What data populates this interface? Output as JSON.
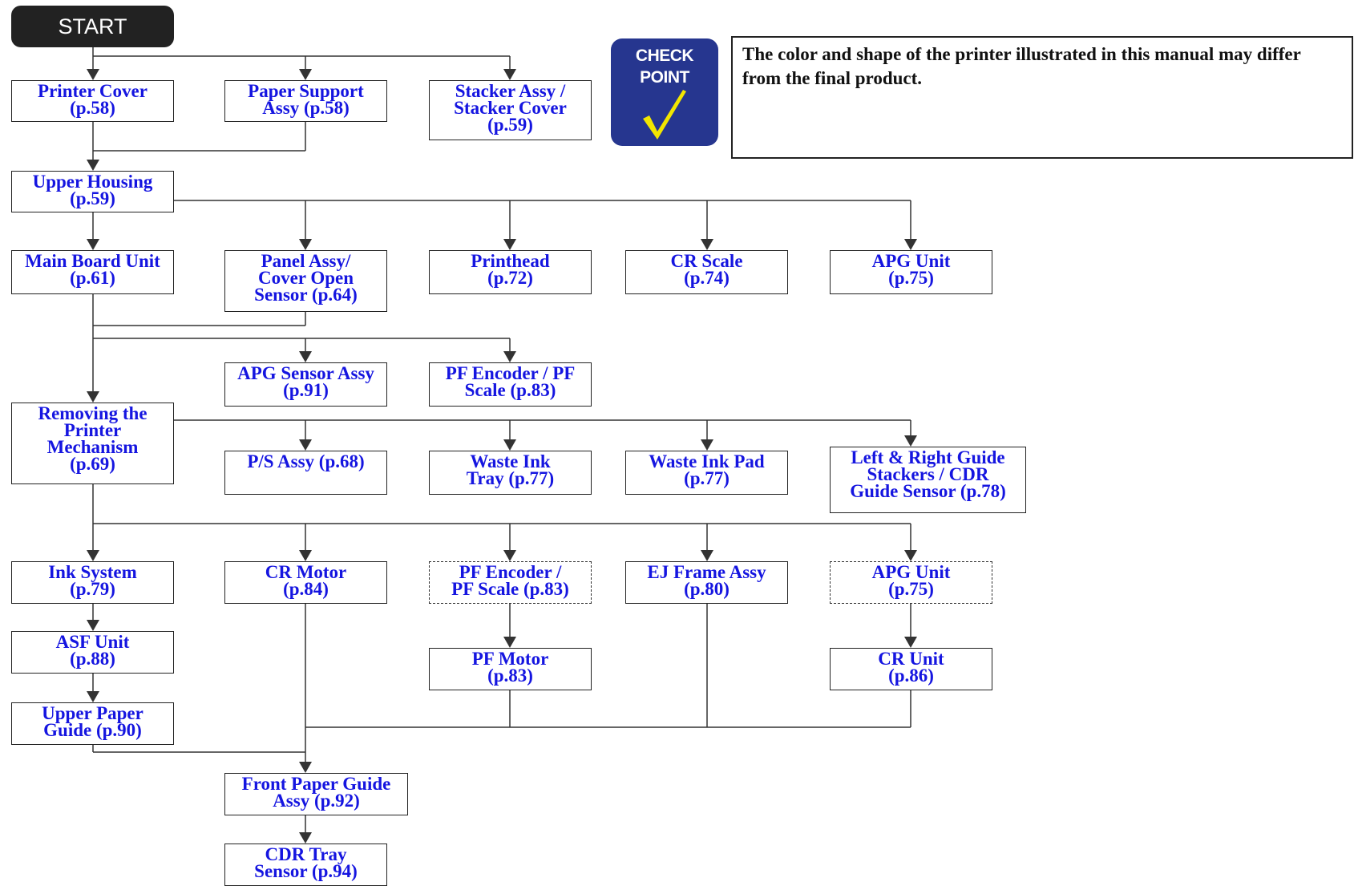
{
  "start": "START",
  "check_point": {
    "line1": "CHECK",
    "line2": "POINT"
  },
  "note": "The color and shape of the printer illustrated in this manual may differ from the final product.",
  "boxes": {
    "printer_cover": [
      "Printer Cover",
      "(p.58)"
    ],
    "paper_support": [
      "Paper Support",
      "Assy (p.58)"
    ],
    "stacker": [
      "Stacker Assy /",
      "Stacker Cover",
      "(p.59)"
    ],
    "upper_housing": [
      "Upper Housing",
      "(p.59)"
    ],
    "main_board": [
      "Main Board Unit",
      "(p.61)"
    ],
    "panel_assy": [
      "Panel Assy/",
      "Cover Open",
      "Sensor (p.64)"
    ],
    "printhead": [
      "Printhead",
      "(p.72)"
    ],
    "cr_scale": [
      "CR Scale",
      "(p.74)"
    ],
    "apg_unit": [
      "APG Unit",
      "(p.75)"
    ],
    "apg_sensor": [
      "APG Sensor Assy",
      "(p.91)"
    ],
    "pf_encoder_top": [
      "PF Encoder / PF",
      "Scale (p.83)"
    ],
    "removing_mech": [
      "Removing the",
      "Printer",
      "Mechanism",
      "(p.69)"
    ],
    "ps_assy": [
      "P/S Assy (p.68)"
    ],
    "waste_ink_tray": [
      "Waste Ink",
      "Tray (p.77)"
    ],
    "waste_ink_pad": [
      "Waste Ink Pad",
      "(p.77)"
    ],
    "guide_stackers": [
      "Left & Right Guide",
      "Stackers / CDR",
      "Guide Sensor (p.78)"
    ],
    "ink_system": [
      "Ink System",
      "(p.79)"
    ],
    "cr_motor": [
      "CR Motor",
      "(p.84)"
    ],
    "pf_encoder_dashed": [
      "PF Encoder /",
      "PF Scale (p.83)"
    ],
    "ej_frame": [
      "EJ Frame Assy",
      "(p.80)"
    ],
    "apg_unit_dashed": [
      "APG Unit",
      "(p.75)"
    ],
    "asf_unit": [
      "ASF Unit",
      "(p.88)"
    ],
    "pf_motor": [
      "PF Motor",
      "(p.83)"
    ],
    "cr_unit": [
      "CR Unit",
      "(p.86)"
    ],
    "upper_paper_guide": [
      "Upper Paper",
      "Guide (p.90)"
    ],
    "front_paper_guide": [
      "Front Paper Guide",
      "Assy (p.92)"
    ],
    "cdr_tray_sensor": [
      "CDR Tray",
      "Sensor (p.94)"
    ]
  }
}
